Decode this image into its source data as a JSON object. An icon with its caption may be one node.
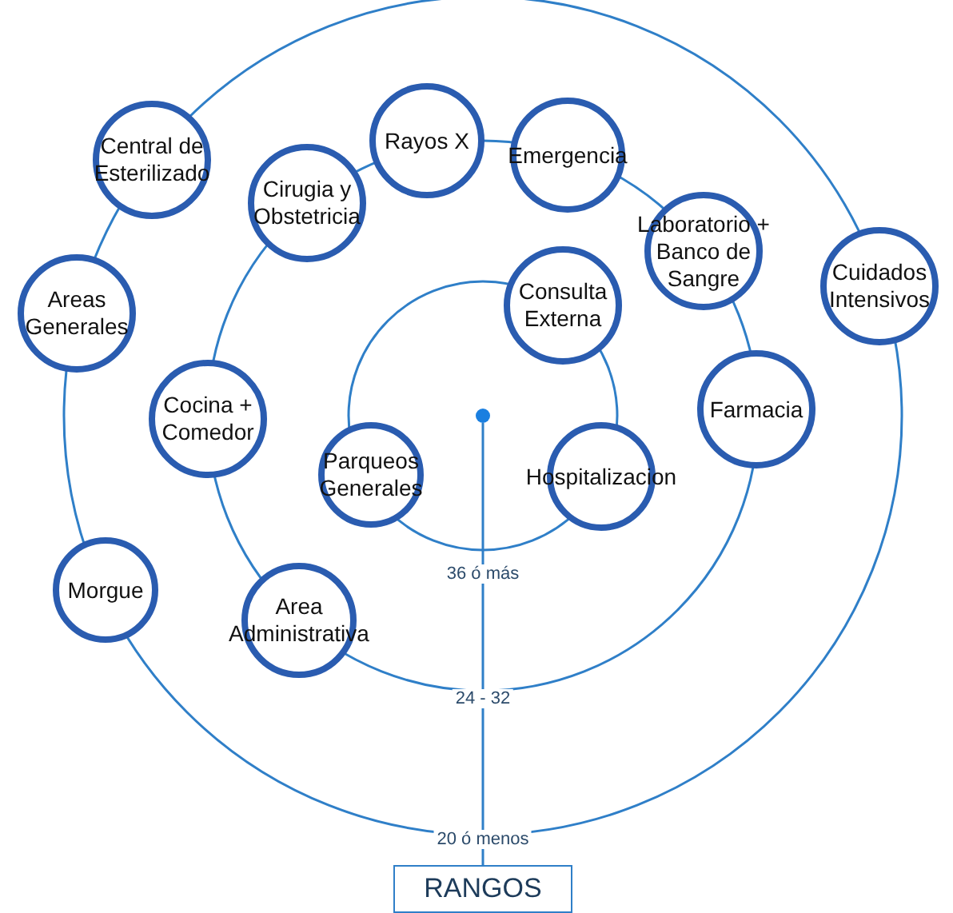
{
  "diagram": {
    "nodes": [
      {
        "text": [
          "Central de Esterilizado"
        ]
      },
      {
        "text": [
          "Rayos X"
        ]
      },
      {
        "text": [
          "Emergencia"
        ]
      },
      {
        "text": [
          "Cirugia y Obstetricia"
        ]
      },
      {
        "text": [
          "Laboratorio + Banco de Sangre"
        ]
      },
      {
        "text": [
          "Consulta Externa"
        ]
      },
      {
        "text": [
          "Cuidados Intensivos"
        ]
      },
      {
        "text": [
          "Areas Generales"
        ]
      },
      {
        "text": [
          "Cocina + Comedor"
        ]
      },
      {
        "text": [
          "Farmacia"
        ]
      },
      {
        "text": [
          "Parqueos Generales"
        ]
      },
      {
        "text": [
          "Hospitalizacion"
        ]
      },
      {
        "text": [
          "Morgue"
        ]
      },
      {
        "text": [
          "Area Administrativa"
        ]
      },
      {
        "text": [],
        "shape": "circle"
      },
      {
        "text": [
          "RANGOS"
        ]
      }
    ],
    "edges": [
      {
        "from": 14,
        "to": 15,
        "arrow": "none"
      }
    ],
    "labels": [
      "36 ó más",
      "24 - 32",
      "20 ó menos"
    ]
  }
}
